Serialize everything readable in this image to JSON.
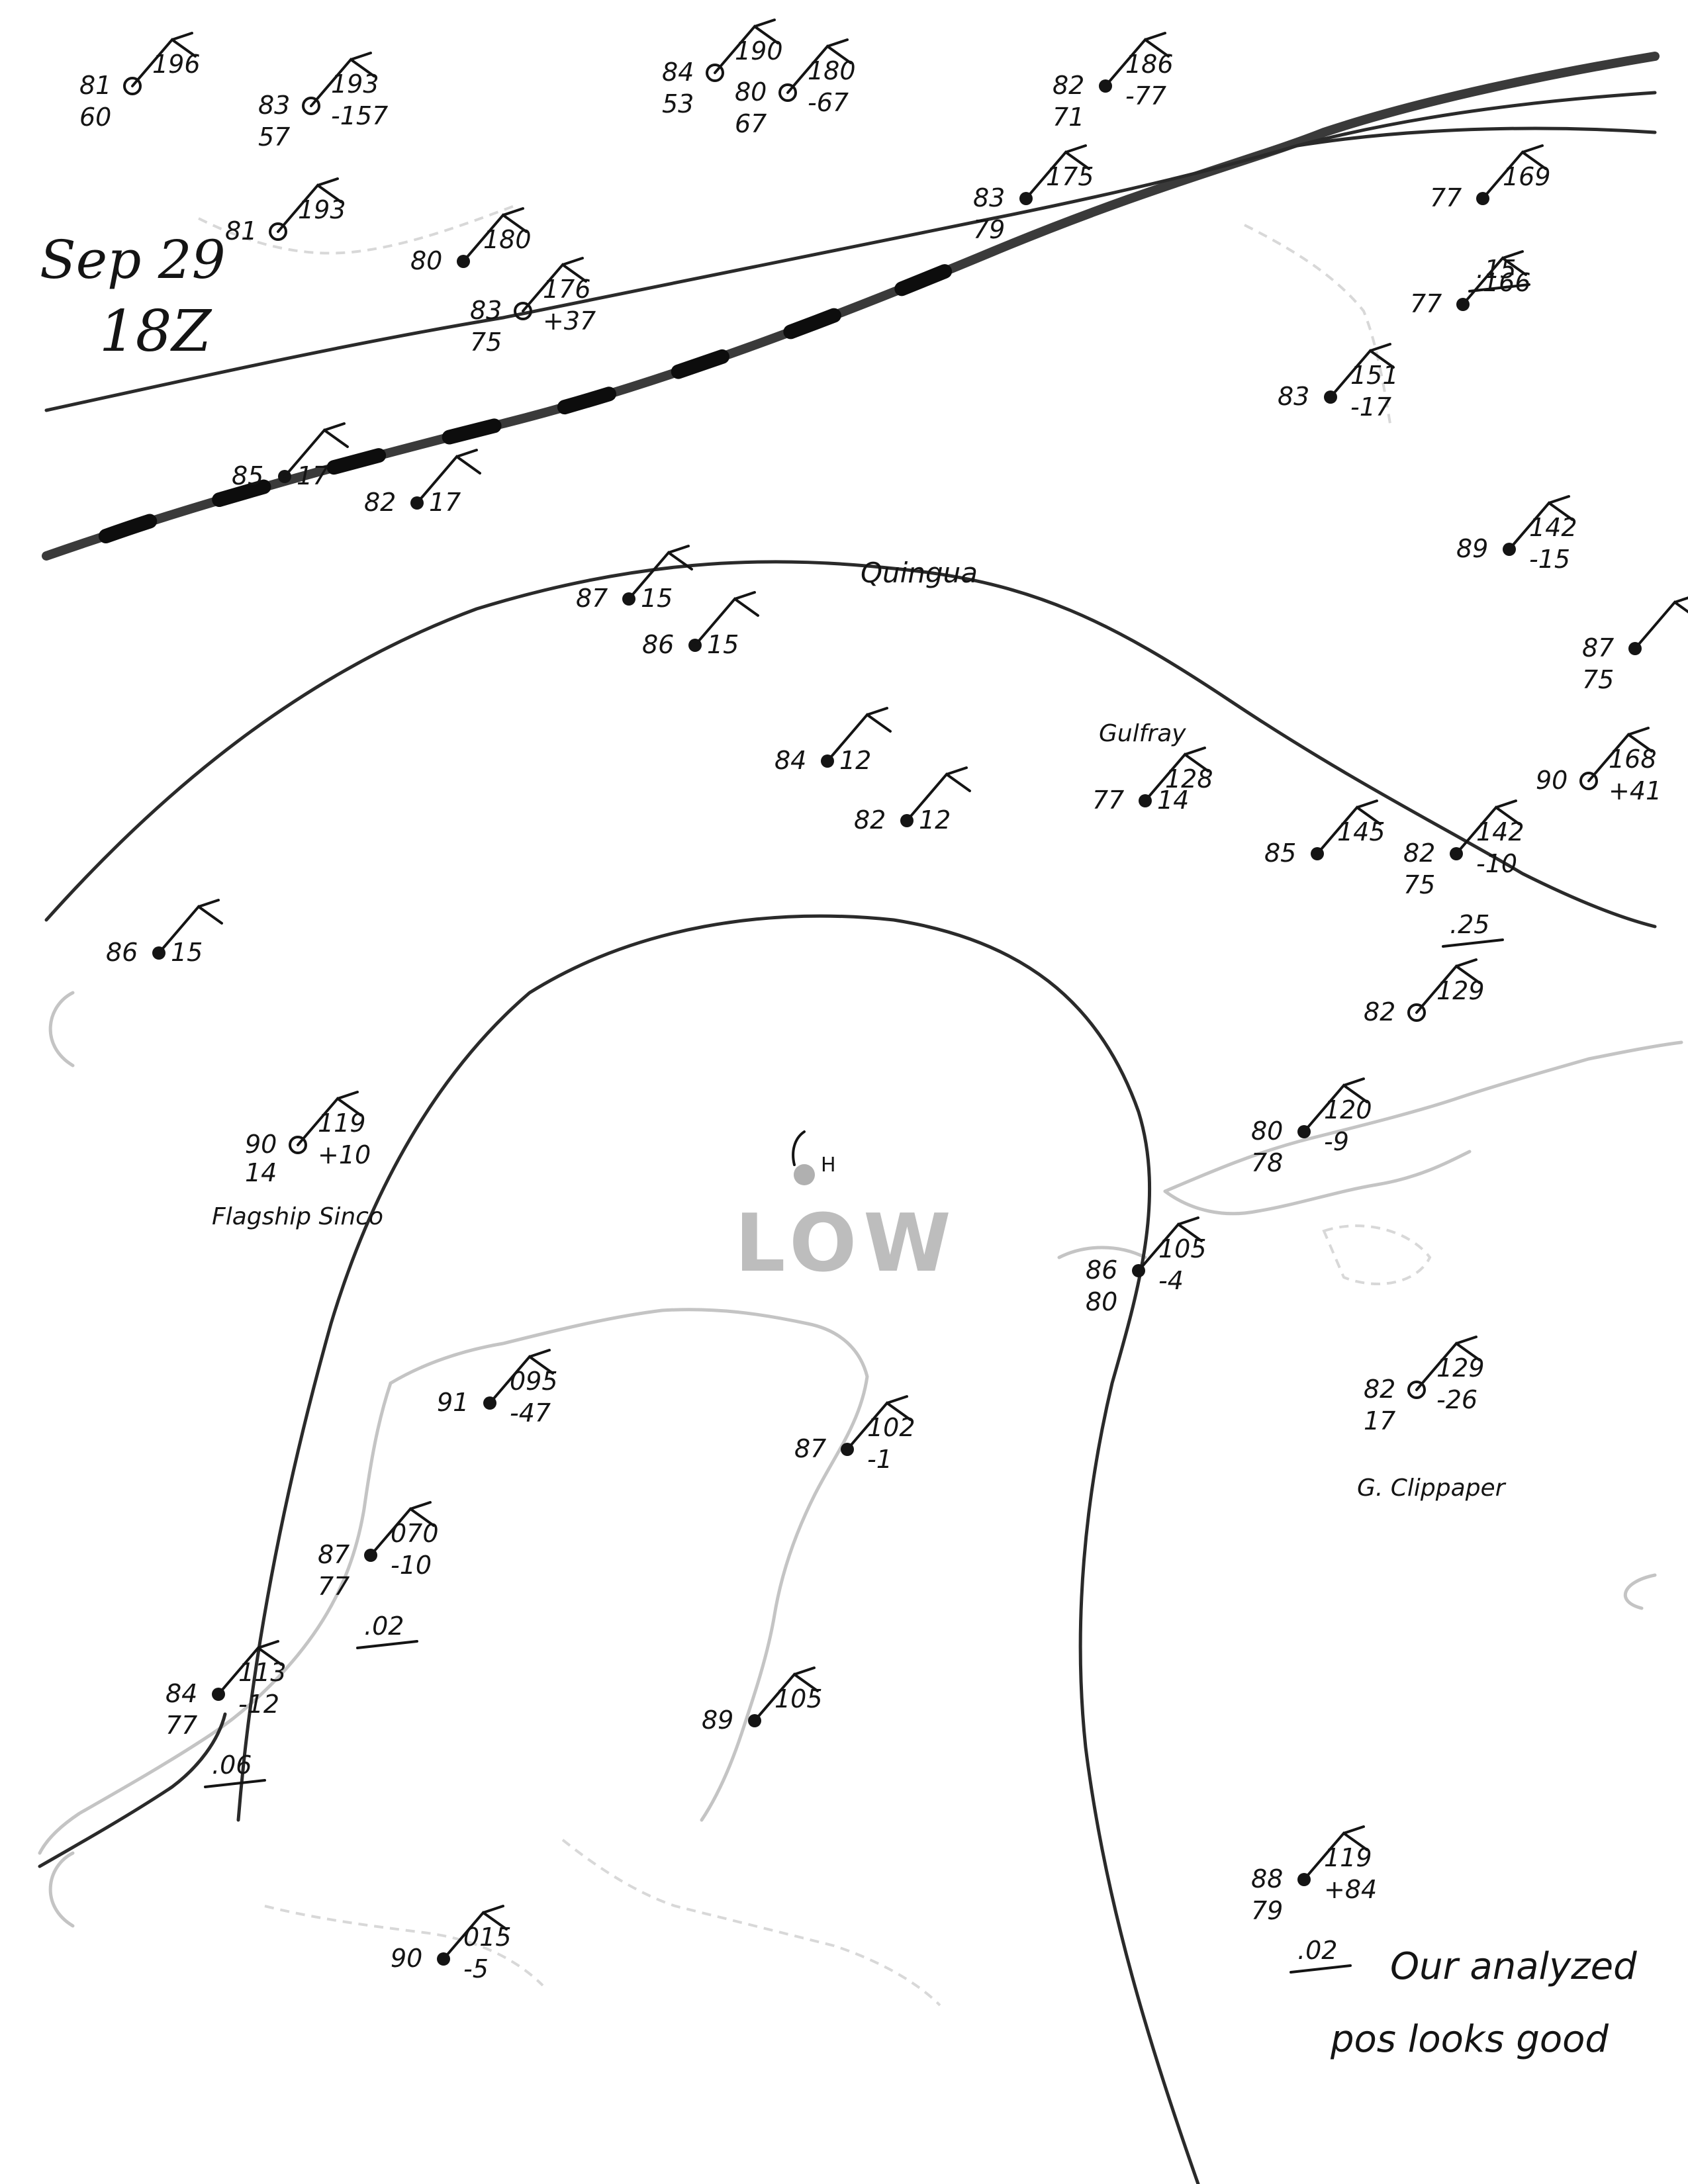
{
  "map": {
    "date_label": "Sep 29",
    "time_label": "18Z",
    "low_label": "LOW",
    "high_marker": "H",
    "closing_note": {
      "line1": "Our analyzed",
      "line2": "pos looks good"
    },
    "ship_names": [
      "Quingua",
      "Gulfray",
      "Flagship Sinco",
      "G. Clippaper"
    ],
    "stations": [
      {
        "t": "85",
        "w": "17"
      },
      {
        "t": "82",
        "w": "17"
      },
      {
        "t": "87",
        "w": "15"
      },
      {
        "t": "86",
        "w": "15"
      },
      {
        "t": "84",
        "w": "12"
      },
      {
        "t": "82",
        "w": "12"
      },
      {
        "t": "86",
        "w": "15"
      },
      {
        "t": "90",
        "p": "119",
        "extra": "14",
        "tend": "+10"
      },
      {
        "t": "83",
        "td": "75",
        "p": "176",
        "tend": "+37"
      },
      {
        "t": "80",
        "p": "180"
      },
      {
        "t": "81",
        "p": "193"
      },
      {
        "t": "83",
        "td": "57",
        "p": "193",
        "tend": "-157"
      },
      {
        "t": "81",
        "td": "60",
        "p": "196"
      },
      {
        "t": "80",
        "td": "67",
        "p": "180",
        "tend": "-67"
      },
      {
        "t": "84",
        "td": "53",
        "p": "190"
      },
      {
        "t": "82",
        "td": "71",
        "p": "186",
        "tend": "-77"
      },
      {
        "t": "83",
        "td": "79",
        "p": "175"
      },
      {
        "t": "88",
        "td": "79",
        "p": "119",
        "tend": "+84",
        "precip": ".02"
      },
      {
        "t": "90",
        "p": "015",
        "tend": "-5"
      },
      {
        "t": "87",
        "td": "77",
        "p": "070",
        "tend": "-10",
        "precip": ".02"
      },
      {
        "t": "84",
        "td": "77",
        "p": "113",
        "tend": "-12",
        "precip": ".06"
      },
      {
        "t": "91",
        "p": "095",
        "tend": "-47"
      },
      {
        "t": "87",
        "p": "102",
        "tend": "-1"
      },
      {
        "t": "89",
        "p": "105"
      },
      {
        "t": "80",
        "td": "78",
        "p": "120",
        "tend": "-9"
      },
      {
        "t": "82",
        "p": "129"
      },
      {
        "t": "82",
        "td": "17",
        "p": "129",
        "tend": "-26"
      },
      {
        "t": "86",
        "td": "80",
        "p": "105",
        "tend": "-4"
      },
      {
        "t": "85",
        "p": "145"
      },
      {
        "t": "82",
        "td": "75",
        "p": "142",
        "tend": "-10",
        "precip": ".25"
      },
      {
        "t": "77",
        "p": "128",
        "w": "14"
      },
      {
        "t": "87",
        "td": "75"
      },
      {
        "t": "90",
        "p": "168",
        "tend": "+41"
      },
      {
        "t": "83",
        "p": "151",
        "tend": "-17"
      },
      {
        "t": "77",
        "p": "169",
        "precip": ".15"
      },
      {
        "t": "77",
        "p": "166"
      },
      {
        "t": "89",
        "p": "142",
        "tend": "-15"
      }
    ]
  }
}
